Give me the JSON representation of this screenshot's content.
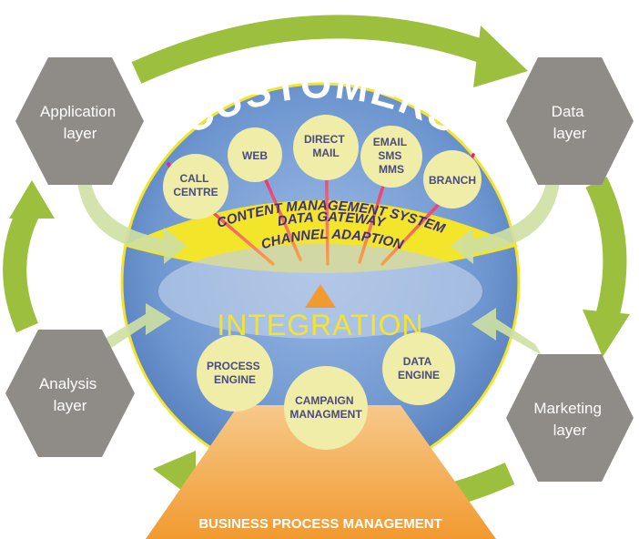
{
  "customers_title": "CUSTOMERS",
  "layers": {
    "application": [
      "Application",
      "layer"
    ],
    "data": [
      "Data",
      "layer"
    ],
    "analysis": [
      "Analysis",
      "layer"
    ],
    "marketing": [
      "Marketing",
      "layer"
    ]
  },
  "channels": {
    "call_centre": [
      "CALL",
      "CENTRE"
    ],
    "web": [
      "WEB"
    ],
    "direct_mail": [
      "DIRECT",
      "MAIL"
    ],
    "email_sms": [
      "EMAIL",
      "SMS",
      "MMS"
    ],
    "branch": [
      "BRANCH"
    ]
  },
  "cms_lines": [
    "CONTENT MANAGEMENT SYSTEM",
    "DATA GATEWAY",
    "CHANNEL ADAPTION"
  ],
  "integration": "INTEGRATION",
  "engines": {
    "process": [
      "PROCESS",
      "ENGINE"
    ],
    "campaign": [
      "CAMPAIGN",
      "MANAGMENT"
    ],
    "data": [
      "DATA",
      "ENGINE"
    ]
  },
  "bpm": "BUSINESS PROCESS MANAGEMENT",
  "colors": {
    "hexagon": "#8f8b86",
    "cycle_arrow": "#9cbf3e",
    "sphere": "#6e96cf",
    "yellow_band": "#f3e62a",
    "circle_fill": "#efeda8",
    "ray": "#e61a8d",
    "bpm_base": "#f19a2f"
  }
}
